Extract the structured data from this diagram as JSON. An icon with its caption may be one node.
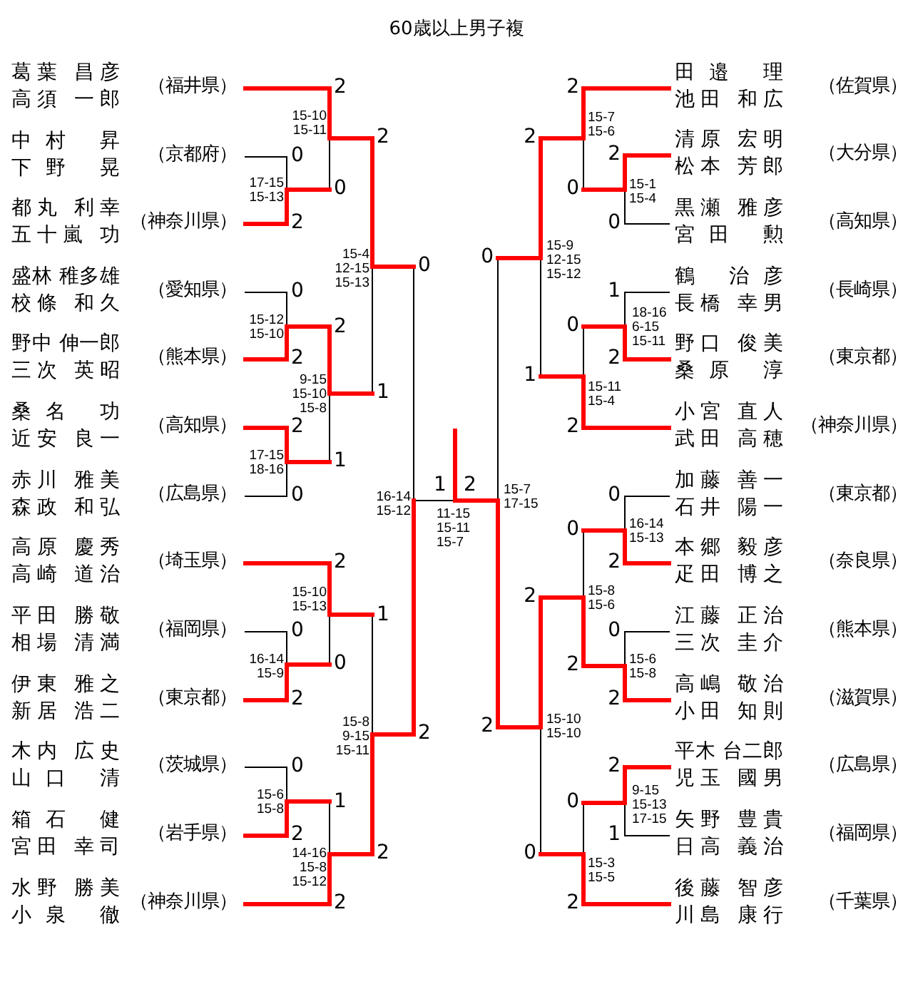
{
  "diagram": {
    "title": "60歳以上男子複",
    "nodes": [
      {
        "text": [
          "葛葉 昌彦",
          "高須 一郎",
          "（福井県）"
        ]
      },
      {
        "text": [
          "中村 昇",
          "下野 晃",
          "（京都府）"
        ]
      },
      {
        "text": [
          "都丸 利幸",
          "五十嵐 功",
          "（神奈川県）"
        ]
      },
      {
        "text": [
          "盛林 稚多雄",
          "校條 和久",
          "（愛知県）"
        ]
      },
      {
        "text": [
          "野中 伸一郎",
          "三次 英昭",
          "（熊本県）"
        ]
      },
      {
        "text": [
          "桑名 功",
          "近安 良一",
          "（高知県）"
        ]
      },
      {
        "text": [
          "赤川 雅美",
          "森政 和弘",
          "（広島県）"
        ]
      },
      {
        "text": [
          "高原 慶秀",
          "高崎 道治",
          "（埼玉県）"
        ]
      },
      {
        "text": [
          "平田 勝敬",
          "相場 清満",
          "（福岡県）"
        ]
      },
      {
        "text": [
          "伊東 雅之",
          "新居 浩二",
          "（東京都）"
        ]
      },
      {
        "text": [
          "木内 広史",
          "山口 清",
          "（茨城県）"
        ]
      },
      {
        "text": [
          "箱石 健",
          "宮田 幸司",
          "（岩手県）"
        ]
      },
      {
        "text": [
          "水野 勝美",
          "小泉 徹",
          "（神奈川県）"
        ]
      },
      {
        "text": [
          "田邉 理",
          "池田 和広",
          "（佐賀県）"
        ]
      },
      {
        "text": [
          "清原 宏明",
          "松本 芳郎",
          "（大分県）"
        ]
      },
      {
        "text": [
          "黒瀬 雅彦",
          "宮田 勲",
          "（高知県）"
        ]
      },
      {
        "text": [
          "鶴 治彦",
          "長橋 幸男",
          "（長崎県）"
        ]
      },
      {
        "text": [
          "野口 俊美",
          "桑原 淳",
          "（東京都）"
        ]
      },
      {
        "text": [
          "小宮 直人",
          "武田 高穂",
          "（神奈川県）"
        ]
      },
      {
        "text": [
          "加藤 善一",
          "石井 陽一",
          "（東京都）"
        ]
      },
      {
        "text": [
          "本郷 毅彦",
          "疋田 博之",
          "（奈良県）"
        ]
      },
      {
        "text": [
          "江藤 正治",
          "三次 圭介",
          "（熊本県）"
        ]
      },
      {
        "text": [
          "高嶋 敬治",
          "小田 知則",
          "（滋賀県）"
        ]
      },
      {
        "text": [
          "平木 台二郎",
          "児玉 國男",
          "（広島県）"
        ]
      },
      {
        "text": [
          "矢野 豊貴",
          "日高 義治",
          "（福岡県）"
        ]
      },
      {
        "text": [
          "後藤 智彦",
          "川島 康行",
          "（千葉県）"
        ]
      }
    ],
    "labels": [
      "2",
      "15-10 15-11",
      "0",
      "17-15 15-13",
      "0",
      "2",
      "2",
      "15-4 12-15 15-13",
      "0",
      "0",
      "15-12 15-10",
      "2",
      "2",
      "9-15 15-10 15-8",
      "1",
      "2",
      "17-15 18-16",
      "1",
      "0",
      "16-14 15-12",
      "2",
      "15-10 15-13",
      "1",
      "0",
      "16-14 15-9",
      "0",
      "2",
      "15-8 9-15 15-11",
      "2",
      "0",
      "15-6 15-8",
      "1",
      "2",
      "14-16 15-8 15-12",
      "2",
      "2",
      "1",
      "2",
      "11-15 15-11 15-7",
      "2",
      "15-7 15-6",
      "2",
      "2",
      "15-1 15-4",
      "0",
      "0",
      "0",
      "15-9 12-15 15-12",
      "1",
      "18-16 6-15 15-11",
      "0",
      "2",
      "1",
      "15-11 15-4",
      "2",
      "15-7 17-15",
      "0",
      "16-14 15-13",
      "0",
      "2",
      "2",
      "15-8 15-6",
      "0",
      "15-6 15-8",
      "2",
      "2",
      "2",
      "15-10 15-10",
      "2",
      "9-15 15-13 17-15",
      "0",
      "1",
      "0",
      "15-3 15-5",
      "2"
    ]
  }
}
